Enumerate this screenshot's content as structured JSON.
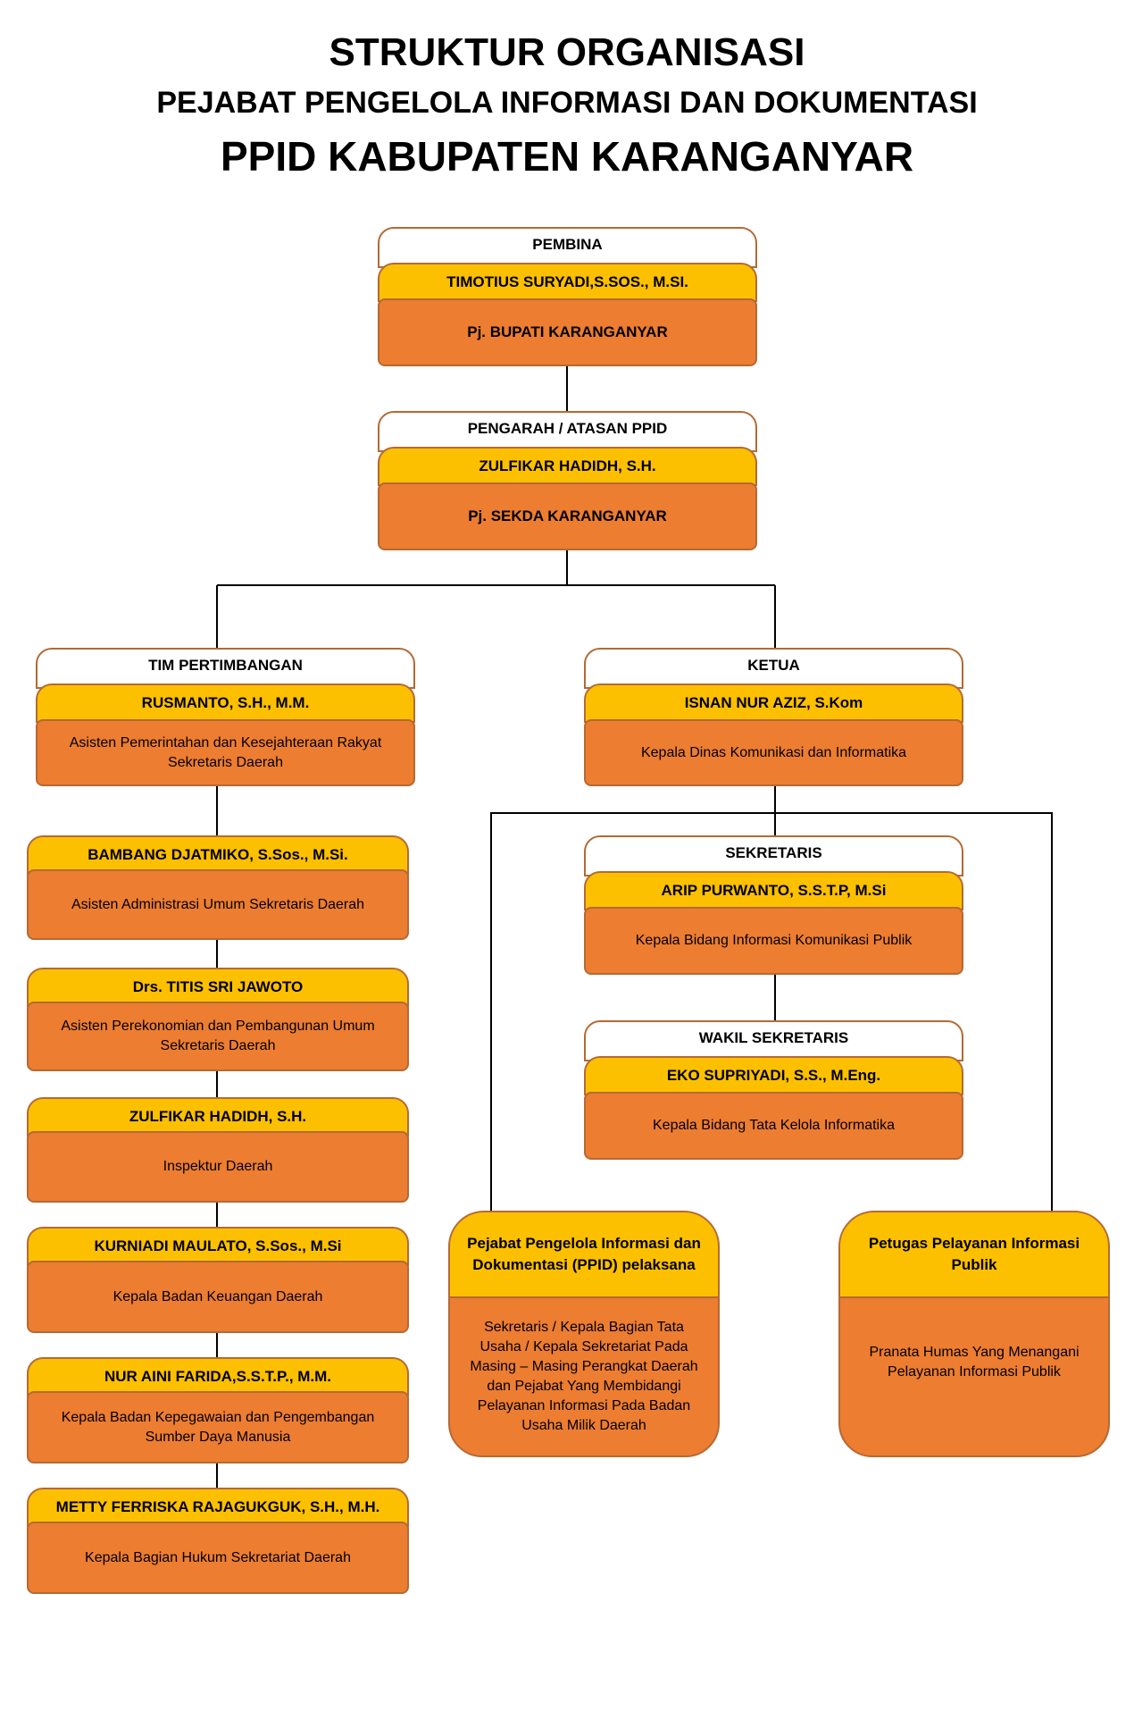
{
  "header": {
    "title_line1": "STRUKTUR ORGANISASI",
    "title_line2": "PEJABAT PENGELOLA INFORMASI DAN DOKUMENTASI",
    "title_line3": "PPID KABUPATEN KARANGANYAR"
  },
  "pembina": {
    "role": "PEMBINA",
    "name": "TIMOTIUS SURYADI,S.SOS., M.SI.",
    "position": "Pj. BUPATI KARANGANYAR"
  },
  "pengarah": {
    "role": "PENGARAH / ATASAN PPID",
    "name": "ZULFIKAR HADIDH, S.H.",
    "position": "Pj. SEKDA KARANGANYAR"
  },
  "tim_pertimbangan": {
    "role": "TIM PERTIMBANGAN",
    "name": "RUSMANTO, S.H., M.M.",
    "position": "Asisten Pemerintahan dan Kesejahteraan Rakyat Sekretaris Daerah",
    "members": [
      {
        "name": "BAMBANG DJATMIKO, S.Sos., M.Si.",
        "position": "Asisten Administrasi Umum Sekretaris Daerah"
      },
      {
        "name": "Drs. TITIS SRI JAWOTO",
        "position": "Asisten Perekonomian dan Pembangunan Umum Sekretaris Daerah"
      },
      {
        "name": "ZULFIKAR HADIDH, S.H.",
        "position": "Inspektur  Daerah"
      },
      {
        "name": "KURNIADI MAULATO, S.Sos., M.Si",
        "position": "Kepala Badan Keuangan Daerah"
      },
      {
        "name": "NUR AINI FARIDA,S.S.T.P., M.M.",
        "position": "Kepala Badan Kepegawaian dan Pengembangan Sumber Daya Manusia"
      },
      {
        "name": "METTY FERRISKA RAJAGUKGUK, S.H., M.H.",
        "position": "Kepala Bagian Hukum Sekretariat Daerah"
      }
    ]
  },
  "ketua": {
    "role": "KETUA",
    "name": "ISNAN NUR AZIZ, S.Kom",
    "position": "Kepala Dinas Komunikasi dan Informatika"
  },
  "sekretaris": {
    "role": "SEKRETARIS",
    "name": "ARIP PURWANTO, S.S.T.P,  M.Si",
    "position": "Kepala Bidang Informasi Komunikasi Publik"
  },
  "wakil_sekretaris": {
    "role": "WAKIL SEKRETARIS",
    "name": "EKO SUPRIYADI, S.S., M.Eng.",
    "position": "Kepala Bidang Tata Kelola Informatika"
  },
  "ppid_pelaksana": {
    "title": "Pejabat Pengelola Informasi dan Dokumentasi (PPID) pelaksana",
    "description": "Sekretaris / Kepala Bagian Tata Usaha / Kepala Sekretariat Pada Masing – Masing Perangkat Daerah dan Pejabat Yang Membidangi Pelayanan Informasi Pada Badan Usaha Milik Daerah"
  },
  "petugas_pelayanan": {
    "title": "Petugas Pelayanan Informasi Publik",
    "description": "Pranata Humas Yang Menangani Pelayanan Informasi Publik"
  },
  "colors": {
    "header_yellow": "#fcc000",
    "body_orange": "#ed7d31",
    "border_brown": "#b46a34"
  }
}
